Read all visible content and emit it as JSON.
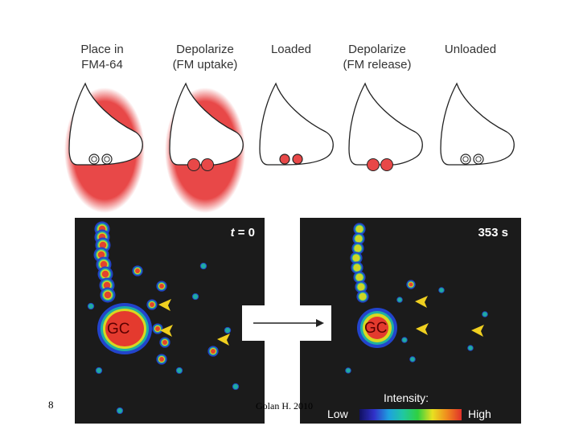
{
  "stages": [
    {
      "label": "Place in\nFM4-64",
      "has_halo": true,
      "vesicles": "empty"
    },
    {
      "label": "Depolarize\n(FM uptake)",
      "has_halo": true,
      "vesicles": "fused"
    },
    {
      "label": "Loaded",
      "has_halo": false,
      "vesicles": "filled"
    },
    {
      "label": "Depolarize\n(FM release)",
      "has_halo": false,
      "vesicles": "fused"
    },
    {
      "label": "Unloaded",
      "has_halo": false,
      "vesicles": "empty"
    }
  ],
  "micrographs": {
    "before": {
      "time_prefix": "t",
      "time_suffix": " = 0",
      "cell_label": "GC"
    },
    "after": {
      "time_label": "353 s",
      "cell_label": "GC"
    }
  },
  "intensity_scale": {
    "title": "Intensity:",
    "low": "Low",
    "high": "High"
  },
  "footer": {
    "slide_number": "8",
    "credit": "Golan H. 2010"
  },
  "colors": {
    "dye": "#e84848",
    "outline": "#222222",
    "arrowhead": "#f0d020",
    "image_background": "#1b1b1b"
  }
}
